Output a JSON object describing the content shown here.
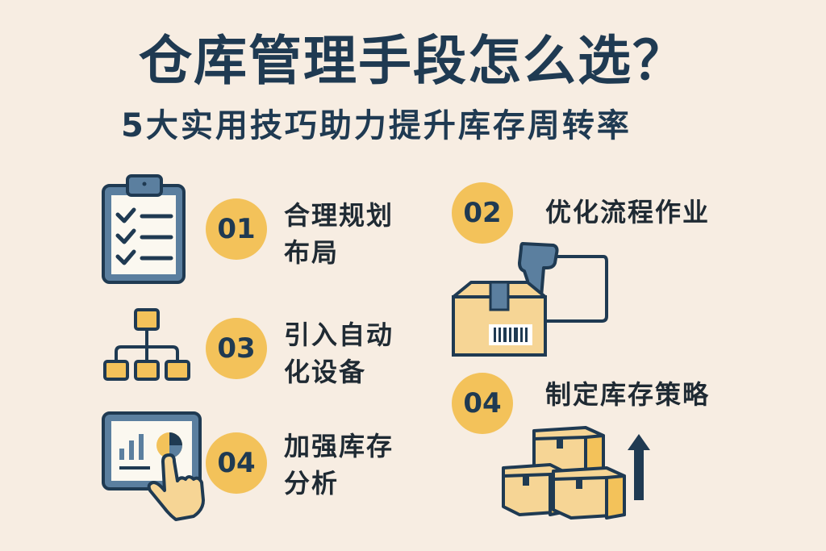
{
  "header": {
    "title": "仓库管理手段怎么选？",
    "subtitle": "5大实用技巧助力提升库存周转率"
  },
  "items": [
    {
      "number": "01",
      "label_line1": "合理规划",
      "label_line2": "布局",
      "icon": "clipboard-checklist-icon"
    },
    {
      "number": "02",
      "label_line1": "优化流程作业",
      "label_line2": "",
      "icon": "barcode-scanner-box-icon"
    },
    {
      "number": "03",
      "label_line1": "引入自动",
      "label_line2": "化设备",
      "icon": "hierarchy-chart-icon"
    },
    {
      "number": "04",
      "label_line1": "加强库存",
      "label_line2": "分析",
      "icon": "dashboard-touch-icon"
    },
    {
      "number": "04",
      "label_line1": "制定库存策略",
      "label_line2": "",
      "icon": "stacked-boxes-arrow-icon"
    }
  ],
  "colors": {
    "background": "#f7ede2",
    "navy": "#1f3a52",
    "accent_yellow": "#f3c25a",
    "steel_blue": "#5b7f9f",
    "box_tan": "#f6d595"
  }
}
